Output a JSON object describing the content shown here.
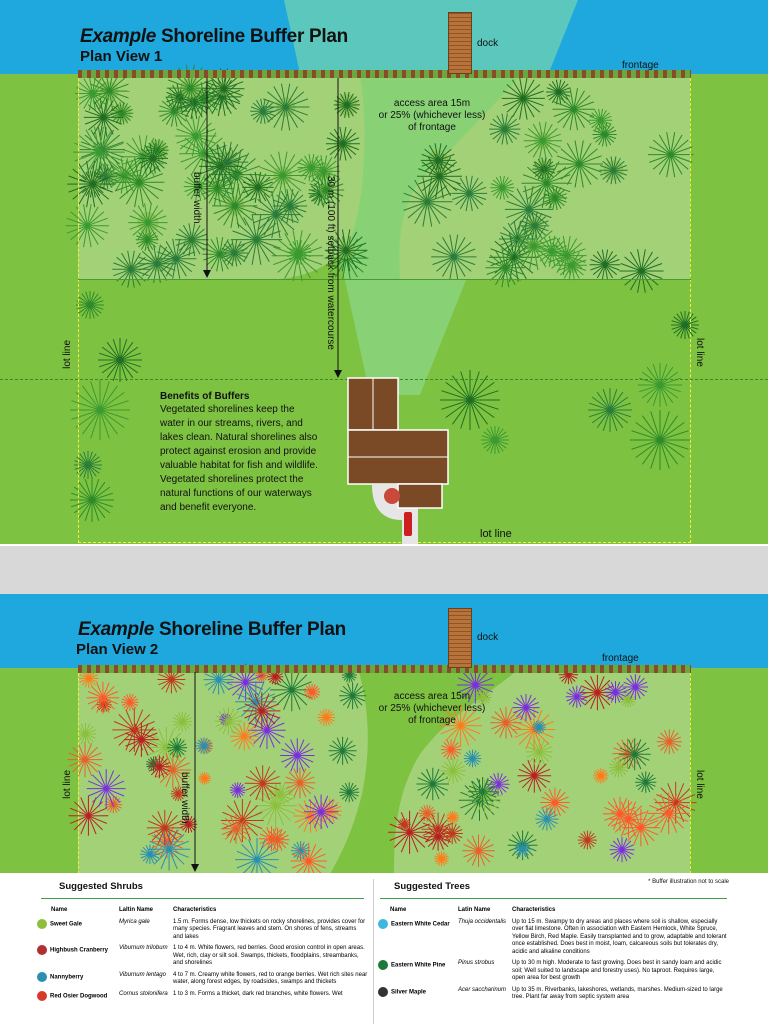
{
  "plan1": {
    "title_italic": "Example",
    "title_rest": "Shoreline Buffer Plan",
    "subtitle": "Plan View 1",
    "dock": "dock",
    "frontage": "frontage",
    "access": "access area 15m\nor 25% (whichever less)\nof frontage",
    "buffer_width": "buffer width",
    "setback": "30 m (100 ft) setback from watercourse",
    "lot_line_left": "lot line",
    "lot_line_right": "lot line",
    "lot_line_bottom": "lot line",
    "benefits_title": "Benefits of Buffers",
    "benefits_text": "Vegetated shorelines keep the water in our streams, rivers, and lakes clean. Natural shorelines also protect against erosion and provide valuable habitat for fish and wildlife. Vegetated shorelines protect the natural functions of our waterways and benefit everyone."
  },
  "plan2": {
    "title_italic": "Example",
    "title_rest": "Shoreline Buffer Plan",
    "subtitle": "Plan View 2",
    "dock": "dock",
    "frontage": "frontage",
    "access": "access area 15m\nor 25% (whichever less)\nof frontage",
    "buffer_width": "buffer width",
    "lot_line_left": "lot line",
    "lot_line_right": "lot line"
  },
  "legend": {
    "note": "* Buffer illustration not to scale",
    "shrubs_title": "Suggested Shrubs",
    "trees_title": "Suggested Trees",
    "col_name": "Name",
    "col_latin": "Laltin Name",
    "col_latin_trees": "Latin Name",
    "col_char": "Characteristics",
    "shrubs": [
      {
        "name": "Sweet Gale",
        "latin": "Myrica gale",
        "char": "1.5 m. Forms dense, low thickets on rocky shorelines, provides cover for many species. Fragrant leaves and stem. On shores of fens, streams and lakes",
        "color": "#8dbf3c"
      },
      {
        "name": "Highbush Cranberry",
        "latin": "Viburnum trilobum",
        "char": "1 to 4 m. White flowers, red berries. Good erosion control in open areas. Wet, rich, clay or silt soil. Swamps, thickets, floodplains, streambanks, and shorelines",
        "color": "#b03030"
      },
      {
        "name": "Nannyberry",
        "latin": "Viburnum lentago",
        "char": "4 to 7 m. Creamy white flowers, red to orange berries. Wet rich sites near water, along forest edges, by roadsides, swamps and thickets",
        "color": "#2a8fb0"
      },
      {
        "name": "Red Osier Dogwood",
        "latin": "Cornus stolonifera",
        "char": "1 to 3 m. Forms a thicket, dark red branches, white flowers. Wet",
        "color": "#d83a2a"
      }
    ],
    "trees": [
      {
        "name": "Eastern White Cedar",
        "latin": "Thuja occidentalis",
        "char": "Up to 15 m. Swampy to dry areas and places where soil is shallow, especially over flat limestone. Often in association with Eastern Hemlock, White Spruce, Yellow Birch, Red Maple. Easily transplanted and to grow, adaptable and tolerant once established. Does best in moist, loam, calcareous soils but tolerates dry, acidic and alkaline conditions",
        "color": "#3fb6e0"
      },
      {
        "name": "Eastern White Pine",
        "latin": "Pinus strobus",
        "char": "Up to 30 m high. Moderate to fast growing. Does best in sandy loam and acidic soil; Well suited to landscape and forestry uses). No taproot. Requires large, open area for best growth",
        "color": "#1f7a3a"
      },
      {
        "name": "Silver Maple",
        "latin": "Acer saccharinum",
        "char": "Up to 35 m. Riverbanks, lakeshores, wetlands, marshes. Medium-sized to large tree. Plant far away from septic system area",
        "color": "#333333"
      }
    ]
  },
  "colors": {
    "water": "#1ea8de",
    "lawn": "#7ec242",
    "buffer": "#a3d177",
    "lot_line": "#f2ee3a",
    "road": "#d8d8d8",
    "house_roof": "#7a4a26"
  }
}
